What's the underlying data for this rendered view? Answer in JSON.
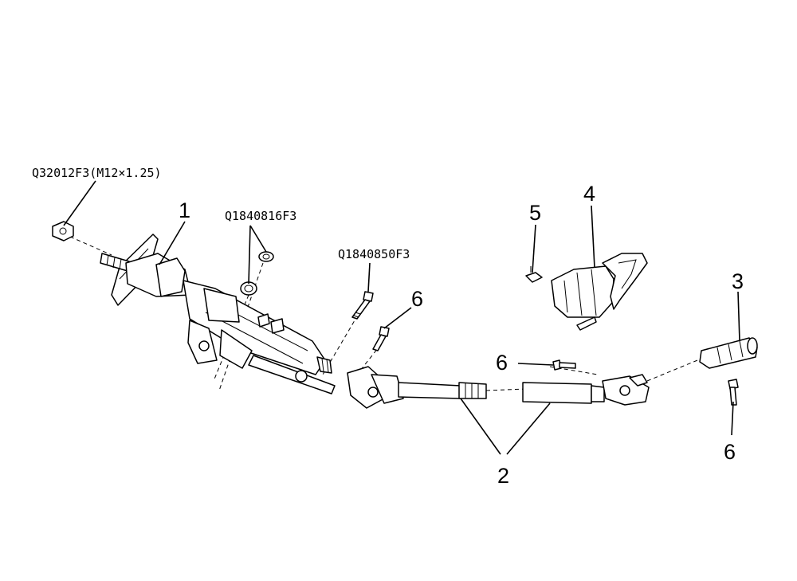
{
  "labels": {
    "nut_code": "Q32012F3(M12×1.25)",
    "bolt_code_1": "Q1840816F3",
    "bolt_code_2": "Q1840850F3",
    "callout_1": "1",
    "callout_2": "2",
    "callout_3": "3",
    "callout_4": "4",
    "callout_5": "5",
    "callout_6a": "6",
    "callout_6b": "6",
    "callout_6c": "6"
  }
}
